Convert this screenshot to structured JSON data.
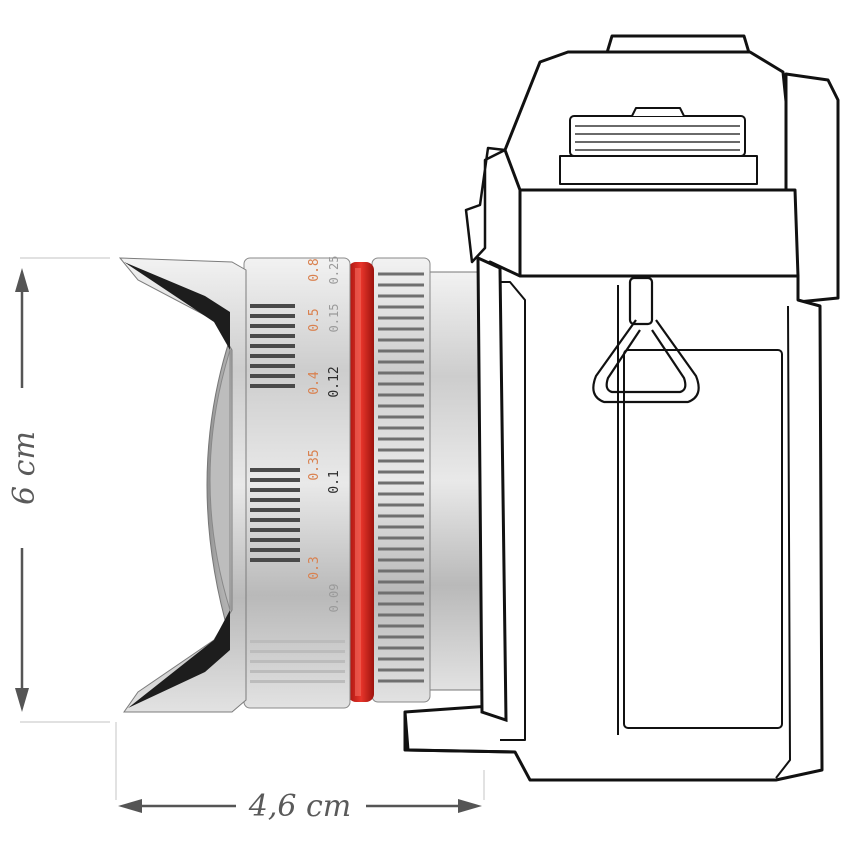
{
  "dimensions": {
    "height_label": "6 cm",
    "length_label": "4,6 cm"
  },
  "lens": {
    "distance_scale": [
      {
        "value": "0.25",
        "style": "gray"
      },
      {
        "value": "0.15",
        "style": "gray"
      },
      {
        "value": "0.12",
        "style": "black"
      },
      {
        "value": "0.1",
        "style": "black"
      },
      {
        "value": "0.09",
        "style": "gray"
      }
    ],
    "distance_scale_ft": [
      {
        "value": "0.8",
        "style": "orange"
      },
      {
        "value": "0.5",
        "style": "orange"
      },
      {
        "value": "0.4",
        "style": "orange"
      },
      {
        "value": "0.35",
        "style": "orange"
      },
      {
        "value": "0.3",
        "style": "orange"
      }
    ]
  },
  "colors": {
    "dimension_lines": "#cfcfcf",
    "arrows": "#555555",
    "lens_silver": "#c9c9c9",
    "accent_ring": "#d8231b",
    "camera_outline": "#111111"
  }
}
